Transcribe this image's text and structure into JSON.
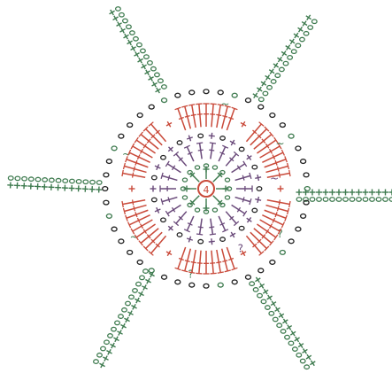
{
  "diagram": {
    "type": "crochet-chart",
    "style": "hand-drawn",
    "center_label": "4",
    "symbols": {
      "sc": "+",
      "ch": "o",
      "dc": "T",
      "picot": "?",
      "tilde": "~"
    },
    "colors": {
      "green": "#3d7a4e",
      "red": "#c94a3a",
      "purple": "#6a4a7a",
      "black": "#222222"
    },
    "arms": [
      {
        "direction": "up-left"
      },
      {
        "direction": "up-right"
      },
      {
        "direction": "left"
      },
      {
        "direction": "right"
      },
      {
        "direction": "down-left"
      },
      {
        "direction": "down-right"
      }
    ]
  }
}
